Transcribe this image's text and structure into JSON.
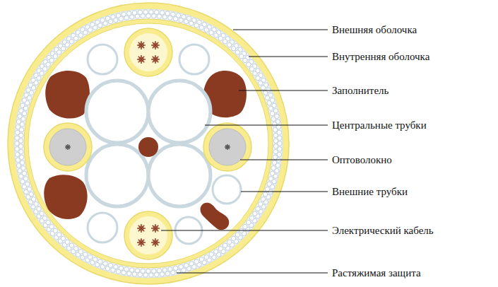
{
  "diagram": {
    "labels": [
      "Внешняя оболочка",
      "Внутренняя оболочка",
      "Заполнитель",
      "Центральные трубки",
      "Оптоволокно",
      "Внешние трубки",
      "Электрический кабель",
      "Растяжимая защита"
    ]
  }
}
